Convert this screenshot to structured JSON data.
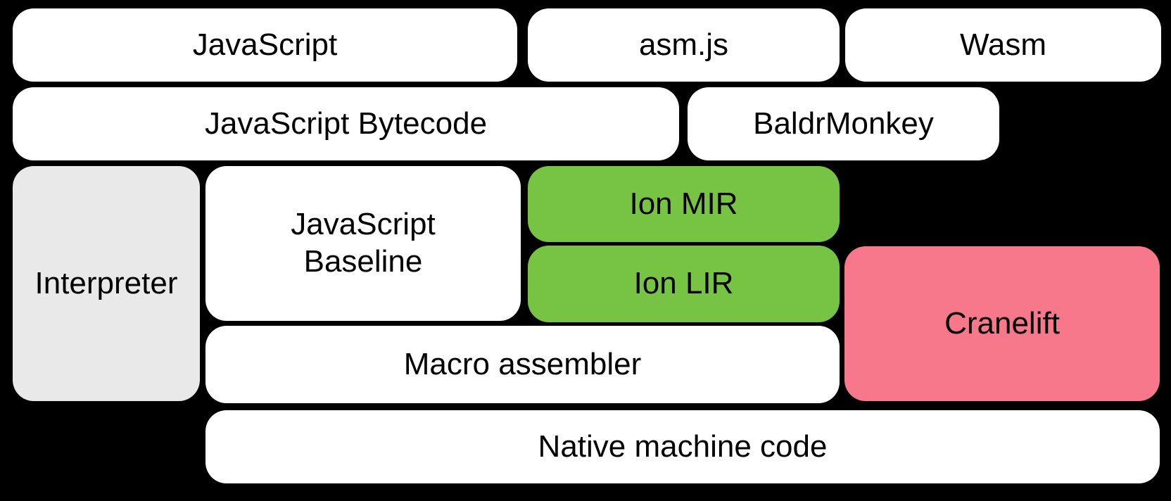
{
  "diagram": {
    "description": "Compiler pipeline block diagram",
    "colors": {
      "background": "#000000",
      "box_white": "#ffffff",
      "box_gray": "#e9e9e9",
      "box_green": "#77c445",
      "box_pink": "#f7788a",
      "text": "#000000"
    },
    "blocks": [
      {
        "id": "javascript",
        "label": "JavaScript",
        "fill": "box_white"
      },
      {
        "id": "asm-js",
        "label": "asm.js",
        "fill": "box_white"
      },
      {
        "id": "wasm",
        "label": "Wasm",
        "fill": "box_white"
      },
      {
        "id": "javascript-bytecode",
        "label": "JavaScript Bytecode",
        "fill": "box_white"
      },
      {
        "id": "baldrmonkey",
        "label": "BaldrMonkey",
        "fill": "box_white"
      },
      {
        "id": "interpreter",
        "label": "Interpreter",
        "fill": "box_gray"
      },
      {
        "id": "javascript-baseline",
        "label": "JavaScript Baseline",
        "fill": "box_white",
        "lines": [
          "JavaScript",
          "Baseline"
        ]
      },
      {
        "id": "ion-mir",
        "label": "Ion MIR",
        "fill": "box_green"
      },
      {
        "id": "ion-lir",
        "label": "Ion LIR",
        "fill": "box_green"
      },
      {
        "id": "cranelift",
        "label": "Cranelift",
        "fill": "box_pink"
      },
      {
        "id": "macro-assembler",
        "label": "Macro assembler",
        "fill": "box_white"
      },
      {
        "id": "native-machine-code",
        "label": "Native machine code",
        "fill": "box_white"
      }
    ]
  }
}
